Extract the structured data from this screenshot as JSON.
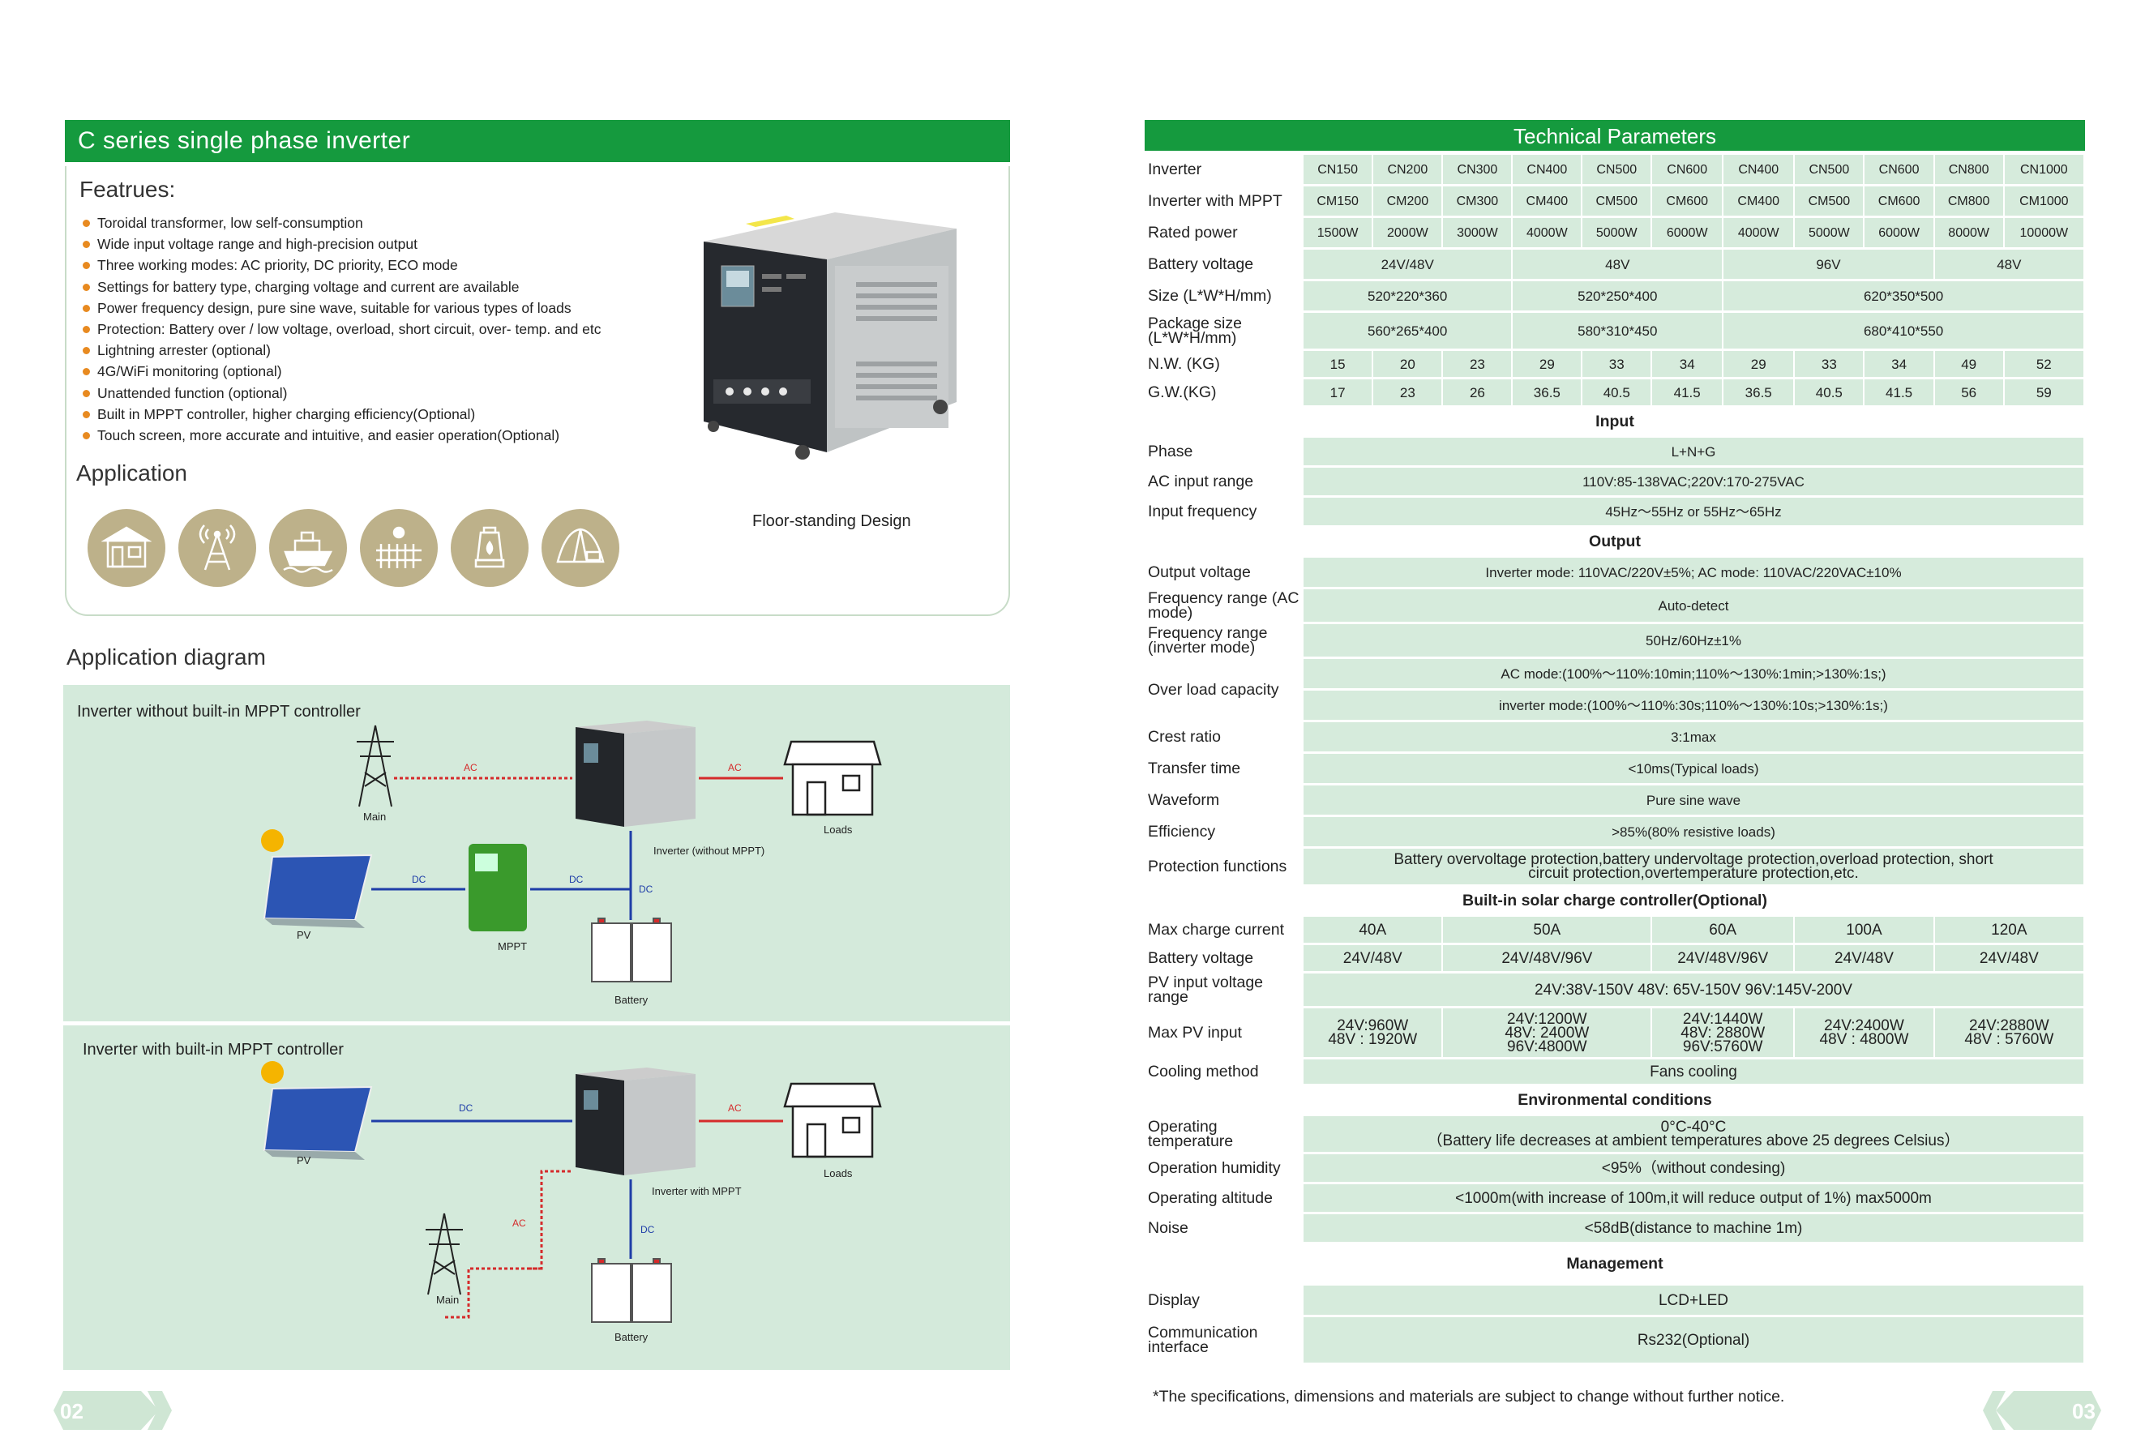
{
  "left": {
    "title": "C series single phase inverter",
    "features_title": "Featrues:",
    "features": [
      "Toroidal transformer, low self-consumption",
      "Wide input voltage range and high-precision output",
      "Three working modes: AC priority, DC priority, ECO mode",
      "Settings for battery type, charging voltage and current are available",
      "Power frequency design, pure sine wave, suitable for various types of loads",
      "Protection: Battery over / low voltage, overload, short circuit, over- temp. and etc",
      "Lightning arrester (optional)",
      "4G/WiFi monitoring (optional)",
      "Unattended function (optional)",
      "Built in MPPT controller, higher charging efficiency(Optional)",
      "Touch screen, more accurate and intuitive, and easier operation(Optional)"
    ],
    "application_title": "Application",
    "application_icons": [
      "house-icon",
      "tower-icon",
      "ship-icon",
      "farm-icon",
      "lamp-icon",
      "tent-icon"
    ],
    "product_caption": "Floor-standing Design",
    "diagram_title": "Application diagram",
    "diagram1": {
      "title": "Inverter without built-in MPPT controller",
      "main": "Main",
      "loads": "Loads",
      "inverter": "Inverter (without MPPT)",
      "pv": "PV",
      "mppt": "MPPT",
      "battery": "Battery",
      "ac": "AC",
      "dc": "DC"
    },
    "diagram2": {
      "title": "Inverter with built-in MPPT controller",
      "main": "Main",
      "loads": "Loads",
      "inverter": "Inverter with MPPT",
      "pv": "PV",
      "battery": "Battery",
      "ac": "AC",
      "dc": "DC"
    },
    "page_number": "02"
  },
  "right": {
    "title": "Technical Parameters",
    "rows_top": [
      {
        "label": "Inverter",
        "cells": [
          "CN150",
          "CN200",
          "CN300",
          "CN400",
          "CN500",
          "CN600",
          "CN400",
          "CN500",
          "CN600",
          "CN800",
          "CN1000"
        ]
      },
      {
        "label": "Inverter with MPPT",
        "cells": [
          "CM150",
          "CM200",
          "CM300",
          "CM400",
          "CM500",
          "CM600",
          "CM400",
          "CM500",
          "CM600",
          "CM800",
          "CM1000"
        ]
      },
      {
        "label": "Rated power",
        "cells": [
          "1500W",
          "2000W",
          "3000W",
          "4000W",
          "5000W",
          "6000W",
          "4000W",
          "5000W",
          "6000W",
          "8000W",
          "10000W"
        ]
      }
    ],
    "battery_voltage": {
      "label": "Battery voltage",
      "cells": [
        "24V/48V",
        "48V",
        "96V",
        "48V"
      ]
    },
    "size": {
      "label": "Size (L*W*H/mm)",
      "cells": [
        "520*220*360",
        "520*250*400",
        "620*350*500"
      ]
    },
    "package": {
      "label": "Package size (L*W*H/mm)",
      "cells": [
        "560*265*400",
        "580*310*450",
        "680*410*550"
      ]
    },
    "nw": {
      "label": "N.W. (KG)",
      "cells": [
        "15",
        "20",
        "23",
        "29",
        "33",
        "34",
        "29",
        "33",
        "34",
        "49",
        "52"
      ]
    },
    "gw": {
      "label": "G.W.(KG)",
      "cells": [
        "17",
        "23",
        "26",
        "36.5",
        "40.5",
        "41.5",
        "36.5",
        "40.5",
        "41.5",
        "56",
        "59"
      ]
    },
    "input_title": "Input",
    "input": [
      {
        "label": "Phase",
        "value": "L+N+G"
      },
      {
        "label": "AC input range",
        "value": "110V:85-138VAC;220V:170-275VAC"
      },
      {
        "label": "Input frequency",
        "value": "45Hz～55Hz or 55Hz～65Hz"
      }
    ],
    "output_title": "Output",
    "output": {
      "output_voltage": {
        "label": "Output voltage",
        "value": "Inverter mode: 110VAC/220V±5%;  AC  mode: 110VAC/220VAC±10%"
      },
      "freq_ac": {
        "label": "Frequency range (AC mode)",
        "value": "Auto-detect"
      },
      "freq_inv": {
        "label": "Frequency range (inverter mode)",
        "value": "50Hz/60Hz±1%"
      },
      "overload": {
        "label": "Over load capacity",
        "value1": "AC mode:(100%～110%:10min;110%～130%:1min;>130%:1s;)",
        "value2": "inverter mode:(100%～110%:30s;110%～130%:10s;>130%:1s;)"
      },
      "crest": {
        "label": "Crest ratio",
        "value": "3:1max"
      },
      "transfer": {
        "label": "Transfer time",
        "value": "<10ms(Typical loads)"
      },
      "waveform": {
        "label": "Waveform",
        "value": "Pure sine wave"
      },
      "efficiency": {
        "label": "Efficiency",
        "value": ">85%(80% resistive loads)"
      },
      "protection": {
        "label": "Protection functions",
        "value": "Battery  overvoltage protection,battery undervoltage protection,overload protection, short circuit protection,overtemperature protection,etc."
      }
    },
    "solar_title": "Built-in solar charge controller(Optional)",
    "solar": {
      "max_charge": {
        "label": "Max charge current",
        "cells": [
          "40A",
          "50A",
          "60A",
          "100A",
          "120A"
        ]
      },
      "battery_voltage": {
        "label": "Battery voltage",
        "cells": [
          "24V/48V",
          "24V/48V/96V",
          "24V/48V/96V",
          "24V/48V",
          "24V/48V"
        ]
      },
      "pv_input": {
        "label": "PV input voltage range",
        "value": "24V:38V-150V   48V: 65V-150V   96V:145V-200V"
      },
      "max_pv": {
        "label": "Max PV input",
        "cells": [
          [
            "24V:960W",
            "48V : 1920W"
          ],
          [
            "24V:1200W",
            "48V: 2400W",
            "96V:4800W"
          ],
          [
            "24V:1440W",
            "48V: 2880W",
            "96V:5760W"
          ],
          [
            "24V:2400W",
            "48V : 4800W"
          ],
          [
            "24V:2880W",
            "48V : 5760W"
          ]
        ]
      },
      "cooling": {
        "label": "Cooling method",
        "value": "Fans cooling"
      }
    },
    "env_title": "Environmental conditions",
    "env": [
      {
        "label": "Operating temperature",
        "value1": "0°C-40°C",
        "value2": "（Battery life decreases at ambient temperatures above 25 degrees Celsius）"
      },
      {
        "label": "Operation humidity",
        "value1": "<95%（without  condesing)"
      },
      {
        "label": "Operating altitude",
        "value1": "<1000m(with increase of 100m,it will reduce output of 1%) max5000m"
      },
      {
        "label": "Noise",
        "value1": "<58dB(distance to machine 1m)"
      }
    ],
    "mgmt_title": "Management",
    "mgmt": [
      {
        "label": "Display",
        "value": "LCD+LED"
      },
      {
        "label": "Communication interface",
        "value": "Rs232(Optional)"
      }
    ],
    "footnote": "*The specifications, dimensions and materials are subject to change without further notice.",
    "page_number": "03"
  },
  "colors": {
    "green": "#159a3e",
    "panel": "#d4eadb",
    "cell": "#d6ebdc",
    "bullet": "#e88a20",
    "icon_bg": "#bdb18a",
    "ac_line": "#d52b2b",
    "dc_line": "#1f3ea8"
  }
}
